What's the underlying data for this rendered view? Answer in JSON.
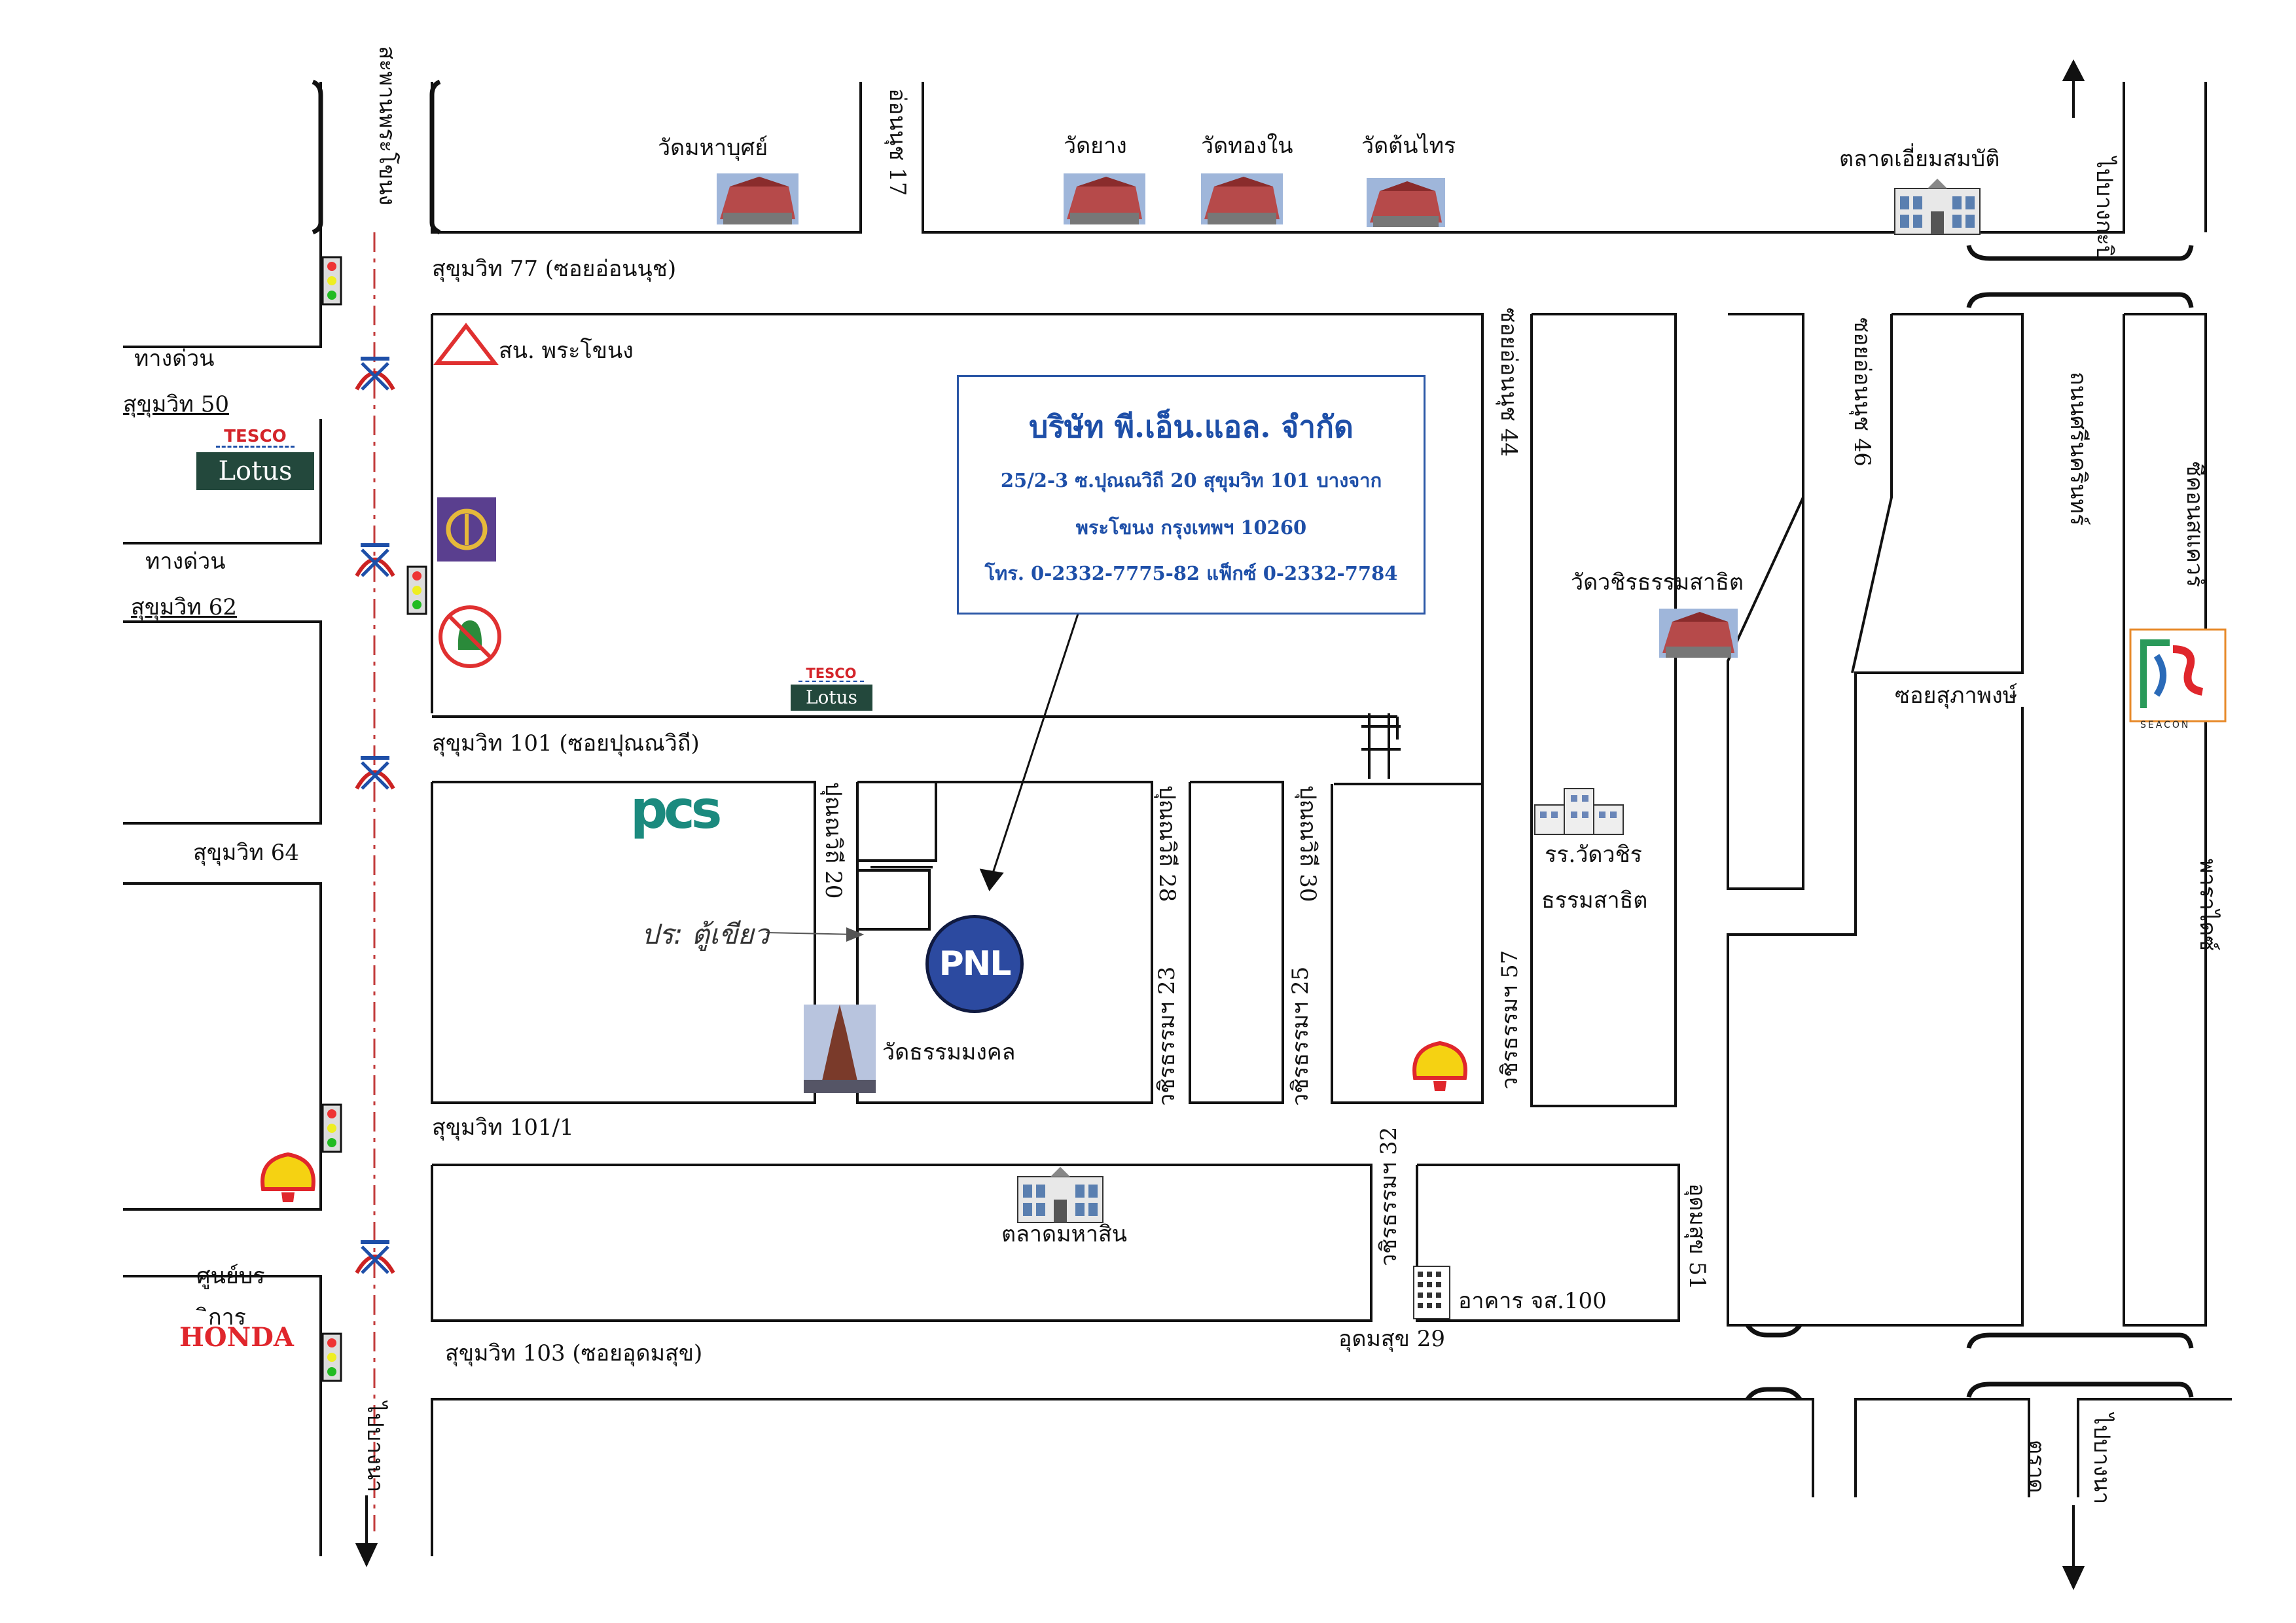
{
  "company": {
    "name": "บริษัท พี.เอ็น.แอล. จำกัด",
    "address_line1": "25/2-3 ซ.ปุณณวิถี 20 สุขุมวิท 101 บางจาก",
    "address_line2": "พระโขนง กรุงเทพฯ 10260",
    "contact": "โทร. 0-2332-7775-82  แฟ็กซ์ 0-2332-7784",
    "logo_text": "PNL"
  },
  "roads": {
    "sukhumvit_main": "สะพานพระโขนง",
    "sukhumvit77": "สุขุมวิท 77 (ซอยอ่อนนุช)",
    "sukhumvit101": "สุขุมวิท 101 (ซอยปุณณวิถี)",
    "sukhumvit101_1": "สุขุมวิท 101/1",
    "sukhumvit103": "สุขุมวิท 103 (ซอยอุดมสุข)",
    "onnut17": "อ่อนนุช 17",
    "onnut44": "ซอยอ่อนนุช 44",
    "onnut46": "ซอยอ่อนนุช 46",
    "sinakarin": "ถนนศรีนครินทร์",
    "supapong": "ซอยสุภาพงษ์",
    "punnawithi20": "ปุณณวิถี 20",
    "punnawithi28": "ปุณณวิถี 28",
    "punnawithi30": "ปุณณวิถี 30",
    "wachira23": "วชิรธรรมฯ 23",
    "wachira25": "วชิรธรรมฯ 25",
    "wachira57": "วชิรธรรมฯ 57",
    "wachira32": "วชิรธรรมฯ 32",
    "udomsuk51": "อุดมสุข 51",
    "udomsuk29": "อุดมสุข 29",
    "sukhumvit50_a": "ทางด่วน",
    "sukhumvit50_b": "สุขุมวิท 50",
    "sukhumvit62_a": "ทางด่วน",
    "sukhumvit62_b": "สุขุมวิท 62",
    "sukhumvit64": "สุขุมวิท 64",
    "to_bangna": "ไปบางนา",
    "to_bangkapi": "ไปบางกะปิ",
    "to_bangna_right": "ไปบางนา",
    "talad": "ตราด",
    "paradise": "พาราไดซ์",
    "seacon": "ซีคอนสแควร์"
  },
  "places": {
    "wat_mahabut": "วัดมหาบุศย์",
    "wat_yang": "วัดยาง",
    "wat_thongnai": "วัดทองใน",
    "wat_tonsai": "วัดต้นไทร",
    "talad_iam": "ตลาดเอี่ยมสมบัติ",
    "police": "สน. พระโขนง",
    "wat_wachira": "วัดวชิรธรรมสาธิต",
    "school_a": "รร.วัดวชิร",
    "school_b": "ธรรมสาธิต",
    "wat_thammamongkol": "วัดธรรมมงคล",
    "talad_mahasin": "ตลาดมหาสิน",
    "building_jors100": "อาคาร จส.100",
    "honda_center_a": "ศูนย์บร",
    "honda_center_b": "ิการ",
    "honda": "HONDA",
    "tesco_top": "TESCO",
    "tesco_bottom": "Lotus",
    "pcs": "pcs",
    "seacon_logo": "SEACON"
  },
  "handwritten": "ปร: ตู้เขียว",
  "colors": {
    "road_line": "#111111",
    "company_text": "#1e4fa8",
    "box_border": "#2b57a6",
    "pnl_blue": "#2c4aa0",
    "honda_red": "#e0262c",
    "tesco_green": "#23483c",
    "pcs_teal": "#1b8a7e"
  }
}
